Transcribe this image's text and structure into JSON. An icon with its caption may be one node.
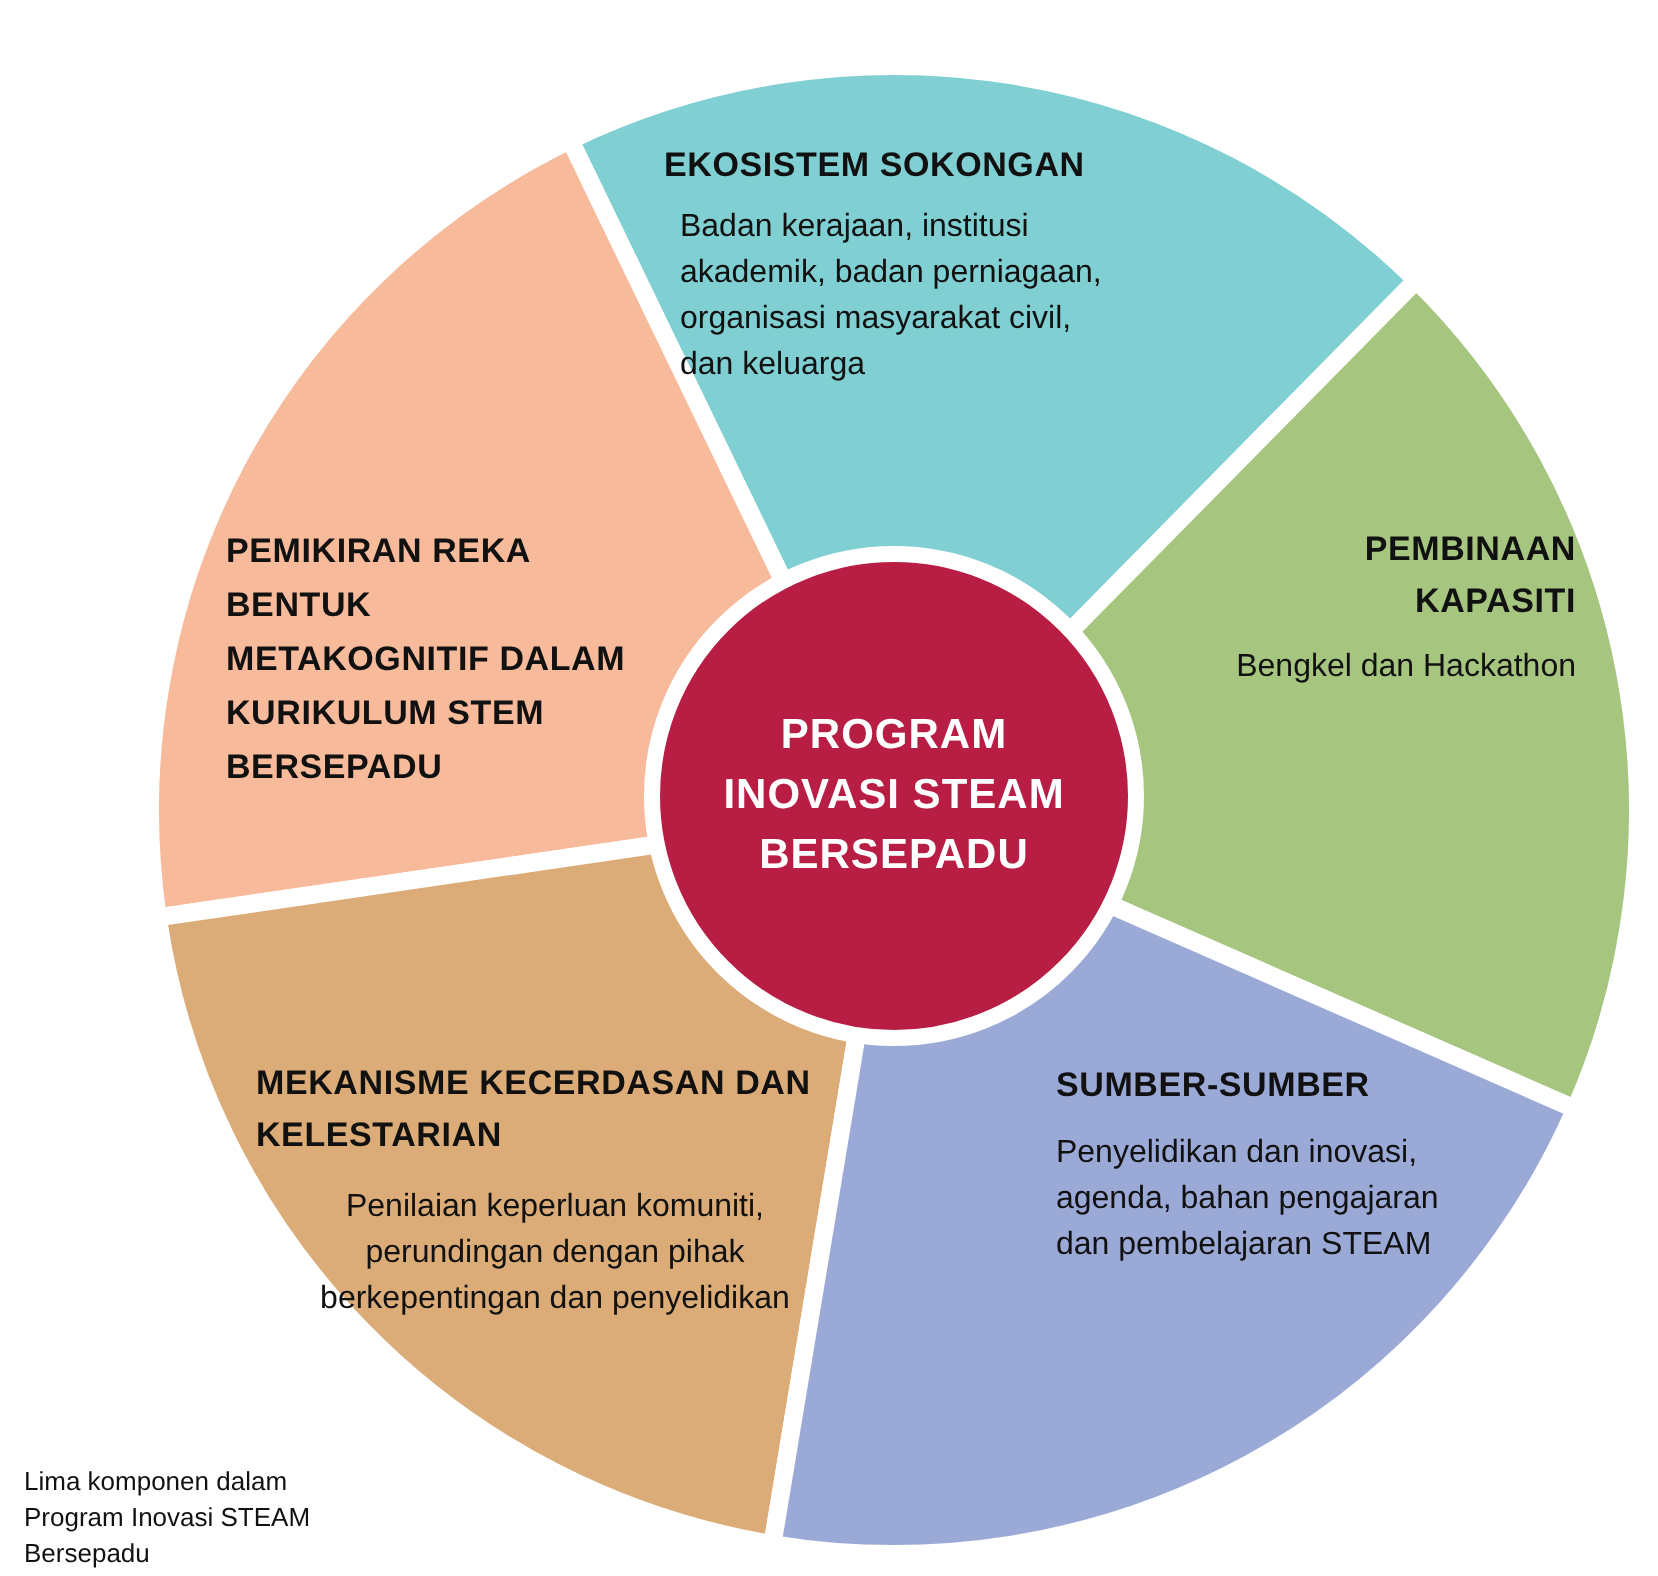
{
  "diagram": {
    "caption": "Lima komponen dalam Program Inovasi STEAM Bersepadu",
    "nodes": [
      {
        "text": [
          "PROGRAM INOVASI STEAM BERSEPADU"
        ]
      },
      {
        "text": [
          "EKOSISTEM SOKONGAN",
          "Badan kerajaan, institusi akademik, badan perniagaan, organisasi masyarakat civil, dan keluarga"
        ]
      },
      {
        "text": [
          "PEMIKIRAN REKA BENTUK METAKOGNITIF DALAM KURIKULUM STEM BERSEPADU"
        ]
      },
      {
        "text": [
          "PEMBINAAN KAPASITI",
          "Bengkel dan Hackathon"
        ]
      },
      {
        "text": [
          "MEKANISME KECERDASAN DAN KELESTARIAN",
          "Penilaian keperluan komuniti, perundingan dengan pihak berkepentingan dan penyelidikan"
        ]
      },
      {
        "text": [
          "SUMBER-SUMBER",
          "Penyelidikan dan inovasi, agenda, bahan pengajaran dan pembelajaran STEAM"
        ]
      }
    ]
  }
}
